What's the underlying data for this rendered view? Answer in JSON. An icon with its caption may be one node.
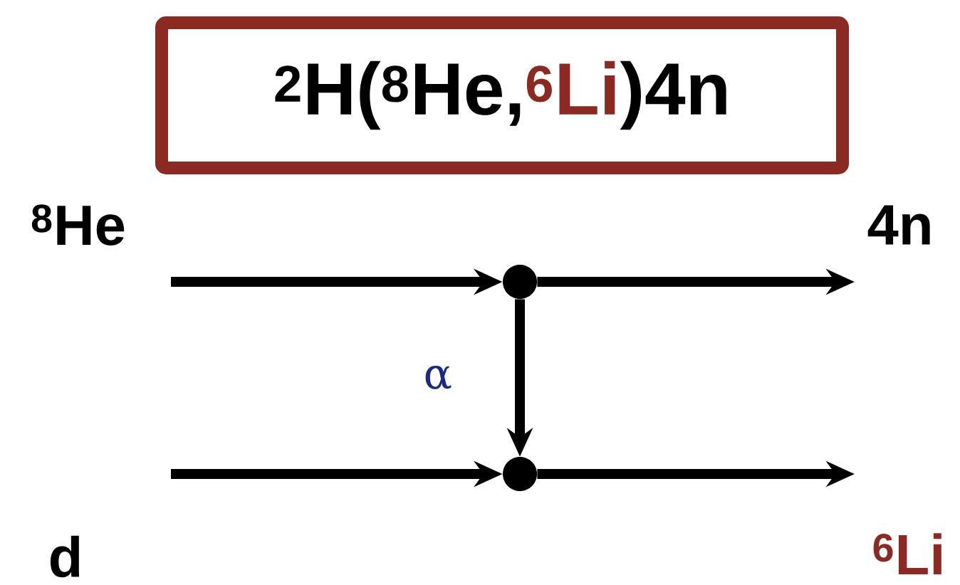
{
  "diagram": {
    "nodes": [
      {
        "text": [
          "$^{2}$H($^{8}$He,",
          "$^{6}$Li",
          ")4n"
        ]
      },
      {
        "text": [],
        "shape": "circle"
      },
      {
        "text": [],
        "shape": "circle"
      }
    ],
    "edges": [
      {
        "from": null,
        "to": 1,
        "arrow": "to"
      },
      {
        "from": 1,
        "to": null,
        "arrow": "to"
      },
      {
        "from": 1,
        "to": 2,
        "arrow": "to",
        "label": "α"
      },
      {
        "from": null,
        "to": 2,
        "arrow": "to"
      },
      {
        "from": 2,
        "to": null,
        "arrow": "to"
      }
    ],
    "labels": [
      "$^{8}$He",
      "4n",
      "d",
      "$^{6}$Li"
    ]
  }
}
